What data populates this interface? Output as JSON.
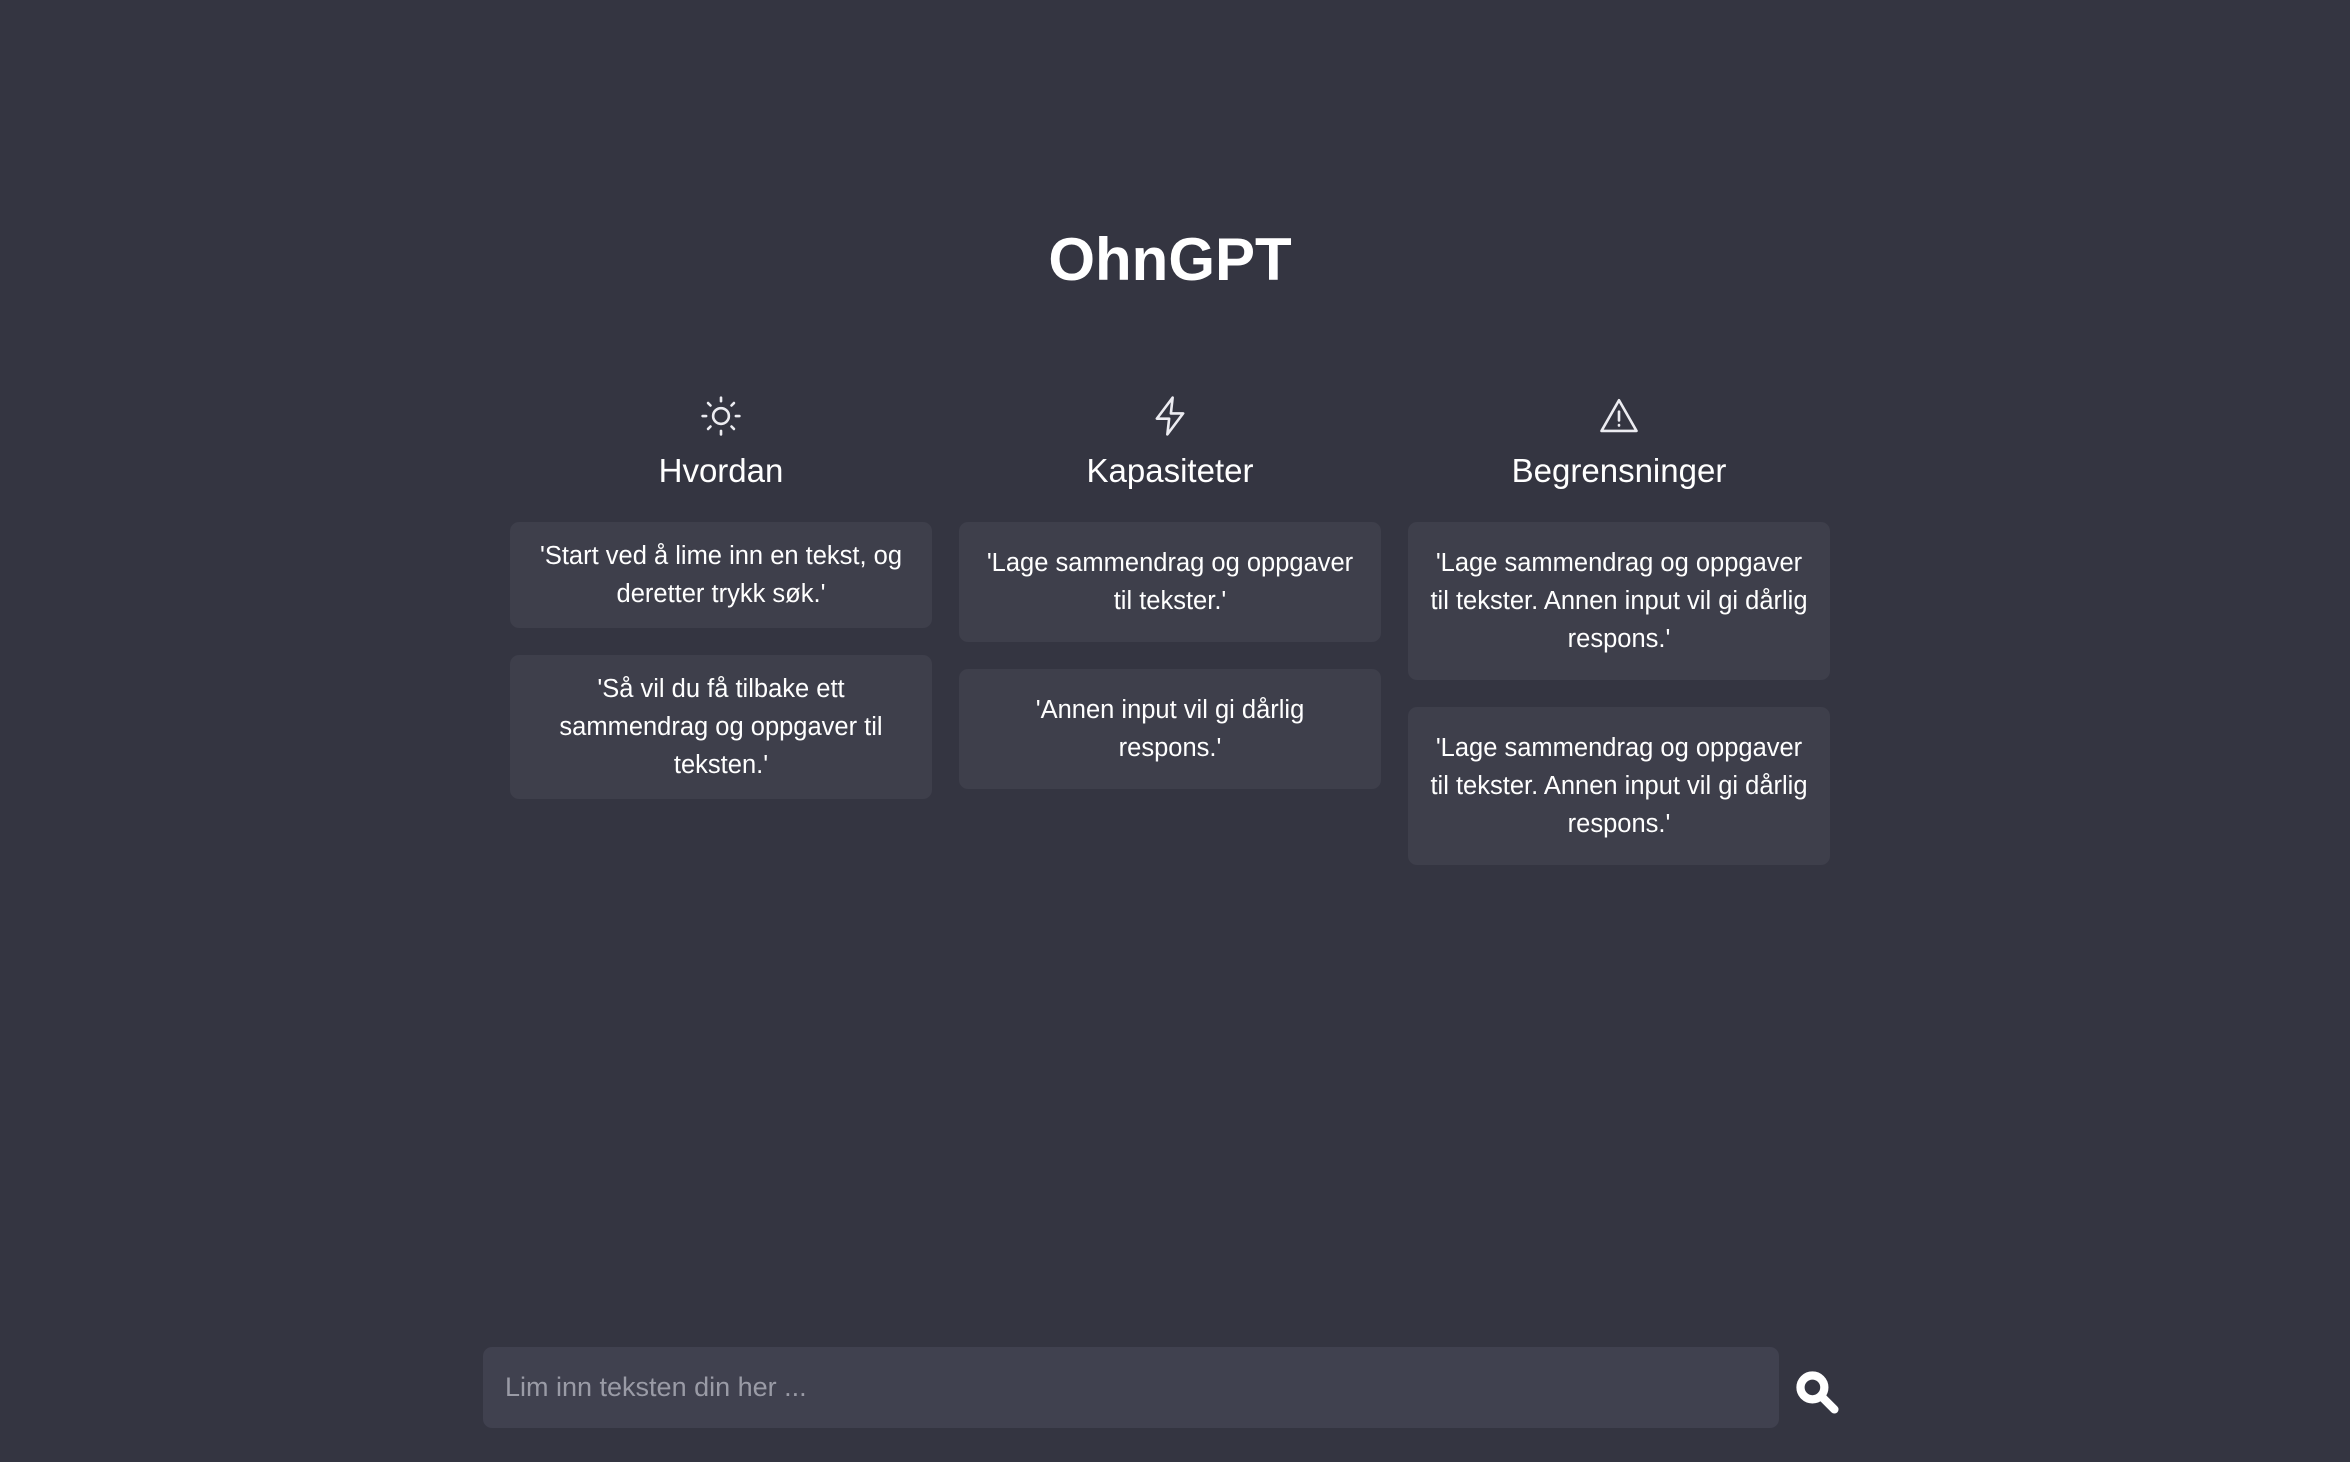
{
  "app": {
    "title": "OhnGPT"
  },
  "columns": [
    {
      "icon": "sun-icon",
      "heading": "Hvordan",
      "cards": [
        "'Start ved å lime inn en tekst, og deretter trykk søk.'",
        "'Så vil du få tilbake ett sammendrag og oppgaver til teksten.'"
      ]
    },
    {
      "icon": "lightning-icon",
      "heading": "Kapasiteter",
      "cards": [
        "'Lage sammendrag og oppgaver til tekster.'",
        "'Annen input vil gi dårlig respons.'"
      ]
    },
    {
      "icon": "warning-icon",
      "heading": "Begrensninger",
      "cards": [
        "'Lage sammendrag og oppgaver til tekster. Annen input vil gi dårlig respons.'",
        "'Lage sammendrag og oppgaver til tekster. Annen input vil gi dårlig respons.'"
      ]
    }
  ],
  "search": {
    "placeholder": "Lim inn teksten din her ...",
    "value": "",
    "button_icon": "search-icon"
  },
  "colors": {
    "background": "#343541",
    "card": "#3e3f4b",
    "input": "#40414f",
    "text": "#ffffff"
  }
}
